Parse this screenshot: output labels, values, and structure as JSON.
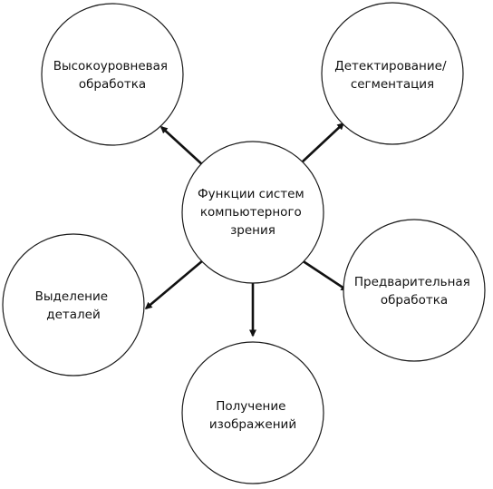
{
  "diagram": {
    "center": {
      "lines": [
        "Функции систем",
        "компьютерного",
        "зрения"
      ]
    },
    "nodes": {
      "high_level": {
        "lines": [
          "Высокоуровневая",
          "обработка"
        ]
      },
      "detection": {
        "lines": [
          "Детектирование/",
          "сегментация"
        ]
      },
      "feature_extraction": {
        "lines": [
          "Выделение",
          "деталей"
        ]
      },
      "preprocessing": {
        "lines": [
          "Предварительная",
          "обработка"
        ]
      },
      "acquisition": {
        "lines": [
          "Получение",
          "изображений"
        ]
      }
    }
  }
}
